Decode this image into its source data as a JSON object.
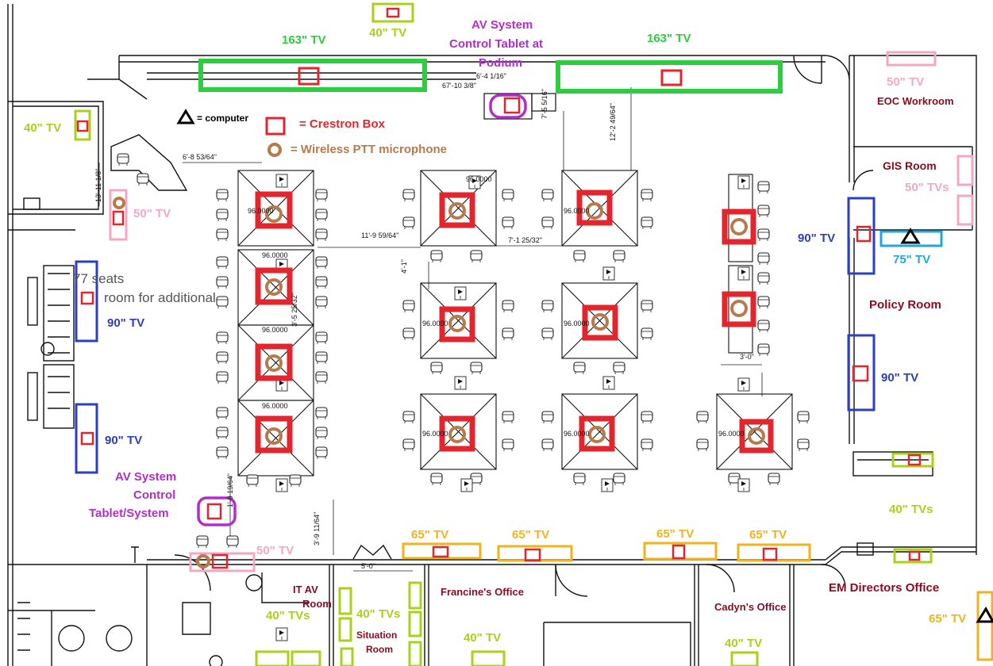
{
  "legend": {
    "computer": "= computer",
    "crestron": "= Crestron Box",
    "microphone": "= Wireless PTT microphone"
  },
  "tv_labels": {
    "tv_163_left": "163\" TV",
    "tv_163_right": "163\" TV",
    "tv_40_top": "40\" TV",
    "tv_40_left": "40\" TV",
    "tv_50_left": "50\" TV",
    "tv_90_left_a": "90\" TV",
    "tv_90_left_b": "90\" TV",
    "tv_50_bottom": "50\" TV",
    "tv_50_eoc": "50\" TV",
    "tv_50s_gis": "50\" TVs",
    "tv_90_policy_a": "90\" TV",
    "tv_75_policy": "75\" TV",
    "tv_90_policy_b": "90\" TV",
    "tv_40s_right": "40\" TVs",
    "tv_65_a": "65\" TV",
    "tv_65_b": "65\" TV",
    "tv_65_c": "65\" TV",
    "tv_65_d": "65\" TV",
    "tv_65_e": "65\" TV",
    "tv_40s_itav": "40\" TVs",
    "tv_40s_situation": "40\" TVs",
    "tv_40_francine": "40\" TV",
    "tv_40_cadyn": "40\" TV"
  },
  "av_labels": {
    "top_line1": "AV System",
    "top_line2": "Control Tablet at",
    "top_line3": "Podium",
    "left_line1": "AV System",
    "left_line2": "Control",
    "left_line3": "Tablet/System"
  },
  "rooms": {
    "eoc_workroom": "EOC Workroom",
    "gis_room": "GIS Room",
    "policy_room": "Policy Room",
    "it_av_line1": "IT AV",
    "it_av_line2": "Room",
    "francines_office": "Francine's Office",
    "situation_line1": "Situation",
    "situation_line2": "Room",
    "cadyns_office": "Cadyn's Office",
    "em_directors_office": "EM Directors Office"
  },
  "notes": {
    "seats_line1": "77 seats",
    "seats_line2": "room for additional"
  },
  "dimensions": {
    "d1": "6'-4 1/16\"",
    "d2": "67'-10 3/8\"",
    "d3": "6'-8 53/64\"",
    "d4": "11'-9 59/64\"",
    "d5": "7'-1 25/32\"",
    "d6": "7'-5 5/16\"",
    "d7": "12'-2 49/64\"",
    "d8": "4'-1\"",
    "d9": "5'-0\"",
    "d10": "3'-9 11/64\"",
    "d11": "3'-5 25/32\"",
    "d12": "13'-11 1/8\"",
    "d13": "3'-0\"",
    "d14": "1'-9 19/64\""
  },
  "table_labels": {
    "t96": "96.0000"
  },
  "colors": {
    "crestron_red": "#e3262d",
    "mic_brown": "#b87a4b",
    "tv_163_green": "#2ecc40",
    "tv_40_lime": "#a8d21a",
    "tv_50_pink": "#f4a7c3",
    "tv_90_blue": "#2b3fbf",
    "tv_75_sky": "#22a6e0",
    "tv_65_orange": "#f2b21a",
    "av_purple": "#b02fc8",
    "room_maroon": "#8b0b1e"
  }
}
